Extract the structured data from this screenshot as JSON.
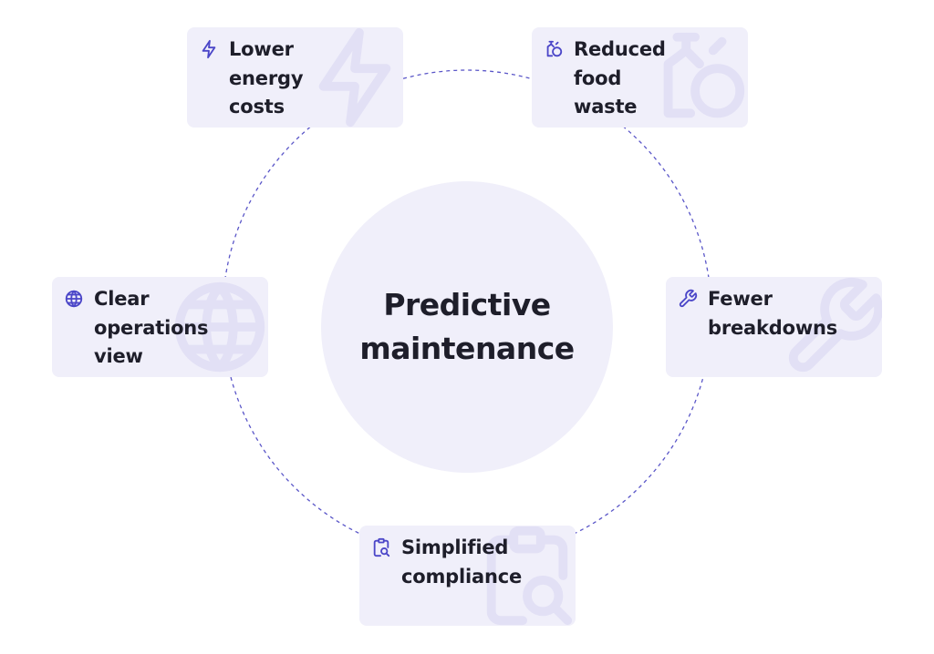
{
  "center": {
    "title_line1": "Predictive",
    "title_line2": "maintenance"
  },
  "benefits": {
    "energy": {
      "line1": "Lower",
      "line2": "energy",
      "line3": "costs",
      "icon": "lightning-icon"
    },
    "food": {
      "line1": "Reduced",
      "line2": "food",
      "line3": "waste",
      "icon": "food-waste-icon"
    },
    "view": {
      "line1": "Clear",
      "line2": "operations",
      "line3": "view",
      "icon": "globe-icon"
    },
    "breakdowns": {
      "line1": "Fewer",
      "line2": "breakdowns",
      "icon": "wrench-icon"
    },
    "compliance": {
      "line1": "Simplified",
      "line2": "compliance",
      "icon": "clipboard-search-icon"
    }
  },
  "colors": {
    "accent": "#4b46c8",
    "card_background": "#f0effa",
    "watermark": "#e2e0f5",
    "text": "#1e1e2a",
    "ring": "#5a56c8"
  }
}
